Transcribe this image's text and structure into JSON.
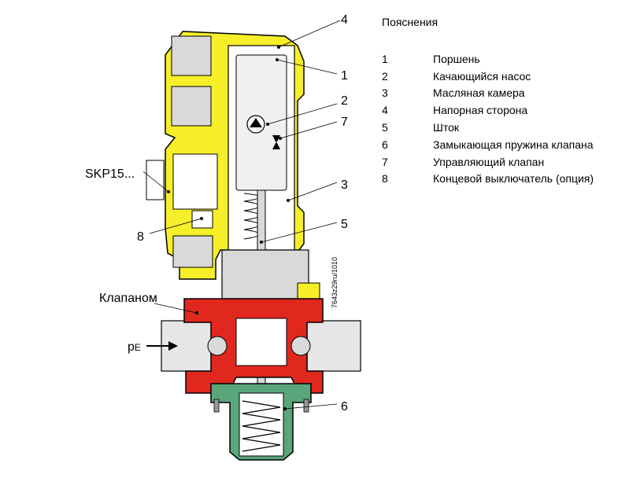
{
  "legend": {
    "title": "Пояснения",
    "items": [
      {
        "num": "1",
        "text": "Поршень"
      },
      {
        "num": "2",
        "text": "Качающийся насос"
      },
      {
        "num": "3",
        "text": "Масляная камера"
      },
      {
        "num": "4",
        "text": "Напорная сторона"
      },
      {
        "num": "5",
        "text": "Шток"
      },
      {
        "num": "6",
        "text": "Замыкающая пружина клапана"
      },
      {
        "num": "7",
        "text": "Управляющий клапан"
      },
      {
        "num": "8",
        "text": "Концевой выключатель (опция)"
      }
    ]
  },
  "callouts": {
    "n1": "1",
    "n2": "2",
    "n3": "3",
    "n4": "4",
    "n5": "5",
    "n6": "6",
    "n7": "7",
    "n8": "8",
    "skp": "SKP15...",
    "valve": "Клапаном",
    "pe_main": "p",
    "pe_sub": "E"
  },
  "drawing_code": "7643z29ru/1010",
  "colors": {
    "actuator": "#f6ef2a",
    "valve_body": "#e0281e",
    "spring_housing": "#5aa57a",
    "gray": "#d9d9d9",
    "pipe": "#e6e6e6"
  }
}
